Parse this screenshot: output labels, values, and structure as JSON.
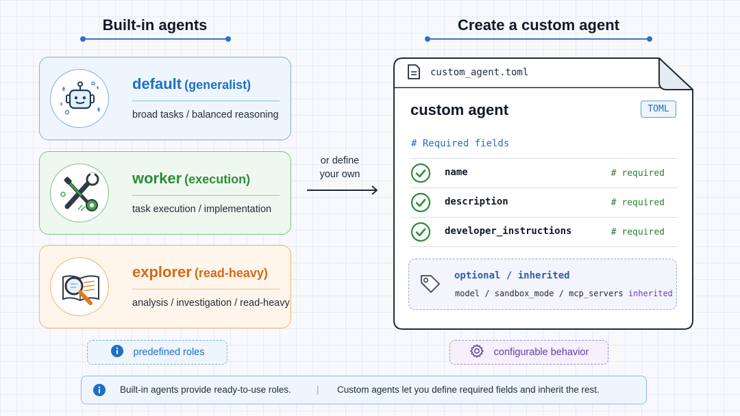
{
  "left_title": "Built-in agents",
  "right_title": "Create a custom agent",
  "agents": [
    {
      "name": "default",
      "tag": "(generalist)",
      "desc": "broad tasks / balanced reasoning",
      "color": "#1f6fc4"
    },
    {
      "name": "worker",
      "tag": "(execution)",
      "desc": "task execution / implementation",
      "color": "#2e8b3a"
    },
    {
      "name": "explorer",
      "tag": "(read-heavy)",
      "desc": "analysis / investigation / read-heavy",
      "color": "#d06a16"
    }
  ],
  "connector_text_1": "or define",
  "connector_text_2": "your own",
  "doc": {
    "filename": "custom_agent.toml",
    "title": "custom agent",
    "badge": "TOML",
    "required_heading": "# Required fields",
    "fields": [
      {
        "name": "name",
        "note": "# required"
      },
      {
        "name": "description",
        "note": "# required"
      },
      {
        "name": "developer_instructions",
        "note": "# required"
      }
    ],
    "optional_label_1": "optional",
    "optional_sep": "/",
    "optional_label_2": "inherited",
    "optional_fields": "model / sandbox_mode / mcp_servers",
    "optional_inherited": "inherited"
  },
  "pills": {
    "left": "predefined roles",
    "right": "configurable behavior"
  },
  "footer": {
    "left": "Built-in agents provide ready-to-use roles.",
    "divider": "|",
    "right": "Custom agents let you define required fields and inherit the rest."
  },
  "icons": {
    "default": "robot-icon",
    "worker": "wrench-screwdriver-icon",
    "explorer": "magnifier-book-icon",
    "file": "file-icon",
    "check": "check-circle-icon",
    "tag": "tag-icon",
    "info": "info-icon",
    "gear": "gear-icon"
  }
}
